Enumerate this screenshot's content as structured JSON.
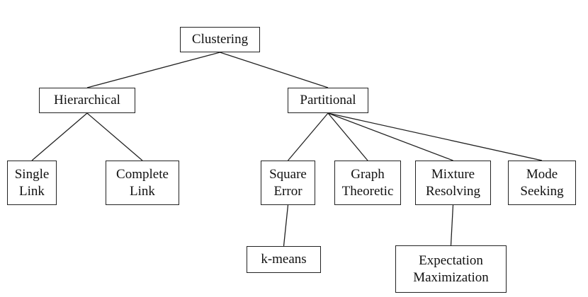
{
  "nodes": {
    "clustering": {
      "lines": [
        "Clustering"
      ]
    },
    "hierarchical": {
      "lines": [
        "Hierarchical"
      ]
    },
    "partitional": {
      "lines": [
        "Partitional"
      ]
    },
    "single_link": {
      "lines": [
        "Single",
        "Link"
      ]
    },
    "complete_link": {
      "lines": [
        "Complete",
        "Link"
      ]
    },
    "square_error": {
      "lines": [
        "Square",
        "Error"
      ]
    },
    "graph_theoretic": {
      "lines": [
        "Graph",
        "Theoretic"
      ]
    },
    "mixture_resolving": {
      "lines": [
        "Mixture",
        "Resolving"
      ]
    },
    "mode_seeking": {
      "lines": [
        "Mode",
        "Seeking"
      ]
    },
    "k_means": {
      "lines": [
        "k-means"
      ]
    },
    "expectation_maximization": {
      "lines": [
        "Expectation",
        "Maximization"
      ]
    }
  },
  "edges": [
    [
      "clustering",
      "hierarchical"
    ],
    [
      "clustering",
      "partitional"
    ],
    [
      "hierarchical",
      "single_link"
    ],
    [
      "hierarchical",
      "complete_link"
    ],
    [
      "partitional",
      "square_error"
    ],
    [
      "partitional",
      "graph_theoretic"
    ],
    [
      "partitional",
      "mixture_resolving"
    ],
    [
      "partitional",
      "mode_seeking"
    ],
    [
      "square_error",
      "k_means"
    ],
    [
      "mixture_resolving",
      "expectation_maximization"
    ]
  ]
}
